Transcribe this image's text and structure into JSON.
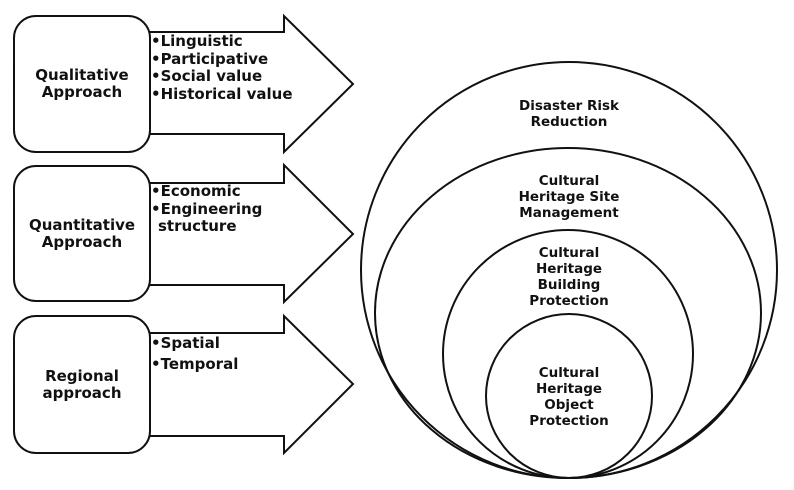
{
  "approaches": [
    {
      "label_lines": [
        "Qualitative",
        "Approach"
      ],
      "bullets": [
        "Linguistic",
        "Participative",
        "Social value",
        "Historical value"
      ]
    },
    {
      "label_lines": [
        "Quantitative",
        "Approach"
      ],
      "bullets": [
        "Economic",
        "Engineering",
        "structure"
      ]
    },
    {
      "label_lines": [
        "Regional",
        "approach"
      ],
      "bullets": [
        "Spatial",
        "Temporal"
      ]
    }
  ],
  "bullet_char": "•",
  "nested_circles": [
    {
      "label_lines": [
        "Disaster Risk",
        "Reduction"
      ]
    },
    {
      "label_lines": [
        "Cultural",
        "Heritage Site",
        "Management"
      ]
    },
    {
      "label_lines": [
        "Cultural",
        "Heritage",
        "Building",
        "Protection"
      ]
    },
    {
      "label_lines": [
        "Cultural",
        "Heritage",
        "Object",
        "Protection"
      ]
    }
  ],
  "colors": {
    "stroke": "#111111",
    "fill": "#ffffff"
  }
}
